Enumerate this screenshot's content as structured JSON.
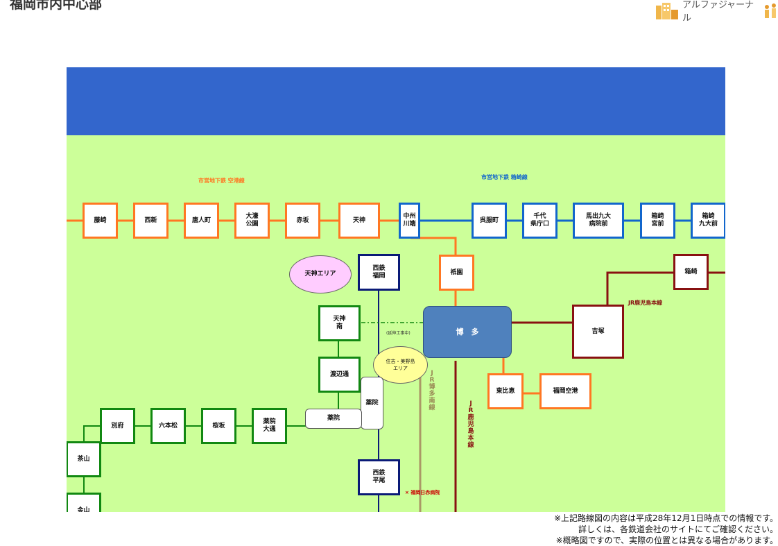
{
  "page_title": "福岡市内中心部",
  "logo_text": "アルファジャーナル",
  "lines": {
    "kuko": "市営地下鉄  空港線",
    "hakozaki": "市営地下鉄  箱崎線",
    "kagoshima": "JR鹿児島本線",
    "kagoshima_vertical": "JR鹿児島本線",
    "hakata_minami": "JR博多南線",
    "extension": "(延伸工事中)"
  },
  "stations": {
    "fujisaki": "藤崎",
    "nishijin": "西新",
    "tojinmachi": "唐人町",
    "ohorikoen": "大濠\n公園",
    "akasaka": "赤坂",
    "tenjin": "天神",
    "nakasu": "中州\n川端",
    "gofukumachi": "呉服町",
    "chiyo": "千代\n県庁口",
    "maidashi": "馬出九大\n病院前",
    "hakozakimiyamae": "箱崎\n宮前",
    "hakozakikyudai": "箱崎\n九大前",
    "gion": "祇園",
    "hakozaki_jr": "箱崎",
    "nishitetsu_fukuoka": "西鉄\n福岡",
    "tenjin_minami": "天神\n南",
    "hakata": "博　多",
    "yoshizuka": "吉塚",
    "watanabedori": "渡辺通",
    "higashihie": "東比恵",
    "fukuoka_airport": "福岡空港",
    "yakuin_v": "薬院",
    "yakuin_h": "薬院",
    "beppu": "別府",
    "ropponmatsu": "六本松",
    "sakurazaka": "桜坂",
    "yakuin_odori": "薬院\n大通",
    "chayama": "茶山",
    "kanayama": "金山",
    "nishitetsu_hirao": "西鉄\n平尾"
  },
  "areas": {
    "tenjin_area": "天神エリア",
    "sumiyoshi_area": "住吉・美野島\nエリア"
  },
  "landmark": "×  福岡日赤病院",
  "notes": [
    "※上記路線図の内容は平成28年12月1日時点での情報です。",
    "詳しくは、各鉄道会社のサイトにてご確認ください。",
    "※概略図ですので、実際の位置とは異なる場合があります。"
  ],
  "colors": {
    "kuko": "#ff7722",
    "hakozaki": "#1166cc",
    "nanakuma": "#118811",
    "nishitetsu": "#0a1a77",
    "jr": "#881111",
    "hakata_minami": "#aa9966",
    "banner": "#3366cc",
    "map_bg": "#ccff99"
  }
}
